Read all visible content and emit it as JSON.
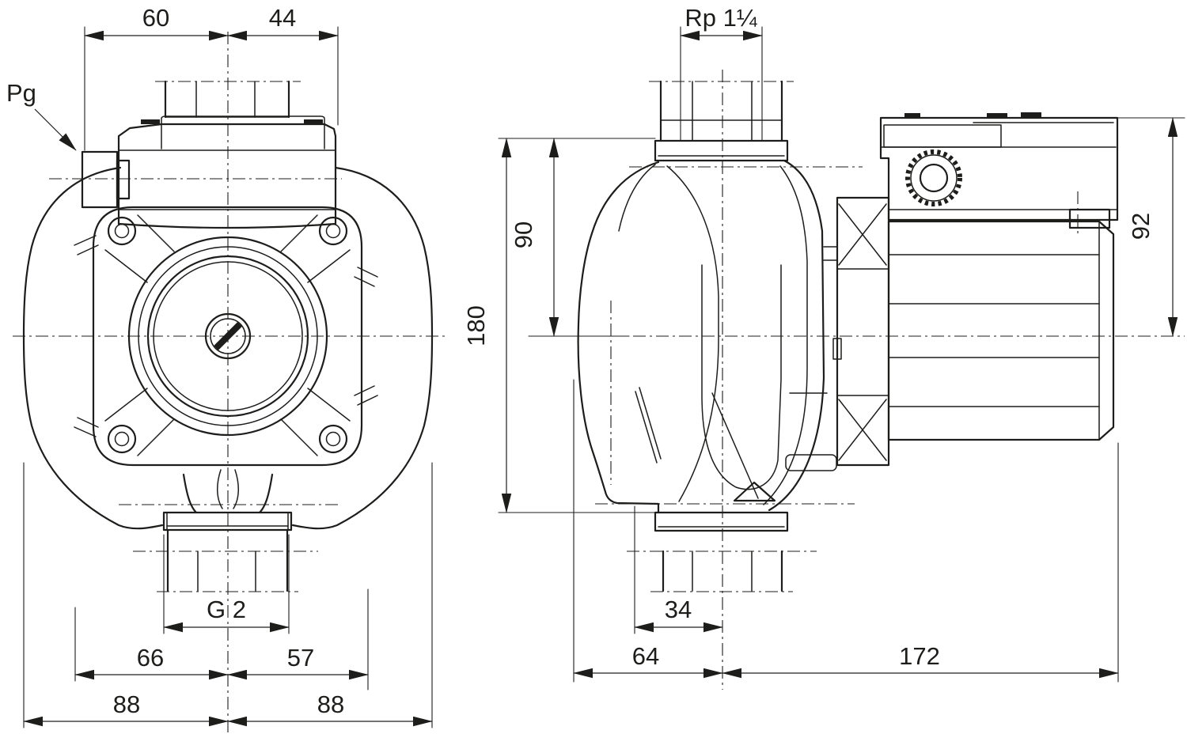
{
  "colors": {
    "line": "#1d1d1b",
    "background": "#ffffff"
  },
  "labels": {
    "cable_gland": "Pg",
    "top_connection_thread": "Rp 1¼"
  },
  "dimensions": {
    "front": {
      "top_left": "60",
      "top_right": "44",
      "bottom_thread": "G 2",
      "lower_left": "66",
      "lower_right": "57",
      "overall_left": "88",
      "overall_right": "88"
    },
    "side": {
      "axis_height": "90",
      "total_height": "180",
      "motor_height": "92",
      "flange_offset": "34",
      "left_of_axis": "64",
      "right_of_axis": "172"
    }
  }
}
